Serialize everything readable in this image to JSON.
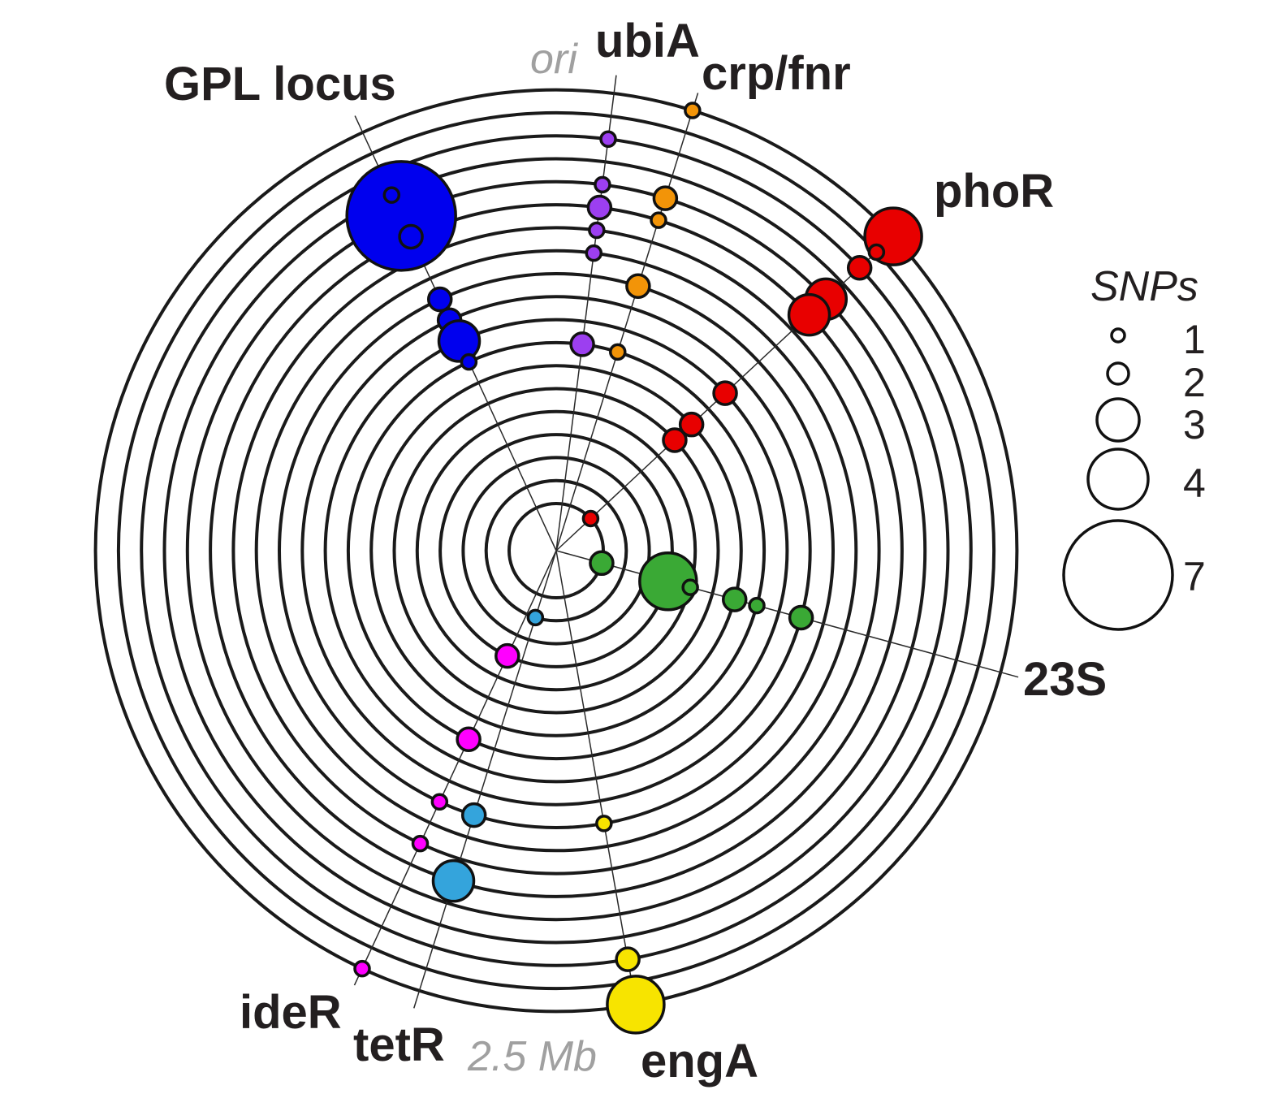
{
  "chart_data": {
    "type": "scatter",
    "subtype": "circular-bubble",
    "genome_size_mb": 5.0,
    "ring_count": 19,
    "axis_labels": {
      "top": "ori",
      "bottom": "2.5 Mb"
    },
    "legend": {
      "title": "SNPs",
      "placement": "right",
      "entries": [
        {
          "snps": 1,
          "label": "1"
        },
        {
          "snps": 2,
          "label": "2"
        },
        {
          "snps": 3,
          "label": "3"
        },
        {
          "snps": 4,
          "label": "4"
        },
        {
          "snps": 7,
          "label": "7"
        }
      ]
    },
    "loci": [
      {
        "name": "GPL locus",
        "position_mb": 4.655,
        "color": "#0000ee",
        "bubbles": [
          {
            "ring": 15,
            "snps": 7
          },
          {
            "ring": 16,
            "snps": 1
          },
          {
            "ring": 14,
            "snps": 2
          },
          {
            "ring": 11,
            "snps": 2
          },
          {
            "ring": 10,
            "snps": 2
          },
          {
            "ring": 9,
            "snps": 3
          },
          {
            "ring": 8,
            "snps": 1
          }
        ]
      },
      {
        "name": "ubiA",
        "position_mb": 0.1,
        "color": "#9c3ff0",
        "bubbles": [
          {
            "ring": 17,
            "snps": 1
          },
          {
            "ring": 15,
            "snps": 1
          },
          {
            "ring": 14,
            "snps": 2
          },
          {
            "ring": 13,
            "snps": 1
          },
          {
            "ring": 12,
            "snps": 1
          },
          {
            "ring": 8,
            "snps": 2
          }
        ]
      },
      {
        "name": "crp/fnr",
        "position_mb": 0.239,
        "color": "#f29408",
        "bubbles": [
          {
            "ring": 19,
            "snps": 1
          },
          {
            "ring": 15,
            "snps": 2
          },
          {
            "ring": 14,
            "snps": 1
          },
          {
            "ring": 11,
            "snps": 2
          },
          {
            "ring": 8,
            "snps": 1
          }
        ]
      },
      {
        "name": "phoR",
        "position_mb": 0.653,
        "color": "#e80000",
        "bubbles": [
          {
            "ring": 19,
            "snps": 4
          },
          {
            "ring": 18,
            "snps": 1
          },
          {
            "ring": 17,
            "snps": 2
          },
          {
            "ring": 15,
            "snps": 3
          },
          {
            "ring": 14,
            "snps": 3
          },
          {
            "ring": 9,
            "snps": 2
          },
          {
            "ring": 7,
            "snps": 2
          },
          {
            "ring": 6,
            "snps": 2
          },
          {
            "ring": 1,
            "snps": 1
          }
        ]
      },
      {
        "name": "23S",
        "position_mb": 1.4625,
        "color": "#3aa935",
        "bubbles": [
          {
            "ring": 1,
            "snps": 2
          },
          {
            "ring": 4,
            "snps": 4
          },
          {
            "ring": 5,
            "snps": 1
          },
          {
            "ring": 7,
            "snps": 2
          },
          {
            "ring": 8,
            "snps": 1
          },
          {
            "ring": 10,
            "snps": 2
          }
        ]
      },
      {
        "name": "engA",
        "position_mb": 2.362,
        "color": "#f7e400",
        "bubbles": [
          {
            "ring": 11,
            "snps": 1
          },
          {
            "ring": 17,
            "snps": 2
          },
          {
            "ring": 19,
            "snps": 4
          }
        ]
      },
      {
        "name": "tetR",
        "position_mb": 2.74,
        "color": "#34a4dc",
        "bubbles": [
          {
            "ring": 2,
            "snps": 1
          },
          {
            "ring": 11,
            "snps": 2
          },
          {
            "ring": 14,
            "snps": 3
          }
        ]
      },
      {
        "name": "ideR",
        "position_mb": 2.846,
        "color": "#ff00ff",
        "bubbles": [
          {
            "ring": 4,
            "snps": 2
          },
          {
            "ring": 8,
            "snps": 2
          },
          {
            "ring": 11,
            "snps": 1
          },
          {
            "ring": 13,
            "snps": 1
          },
          {
            "ring": 19,
            "snps": 1
          }
        ]
      }
    ]
  }
}
